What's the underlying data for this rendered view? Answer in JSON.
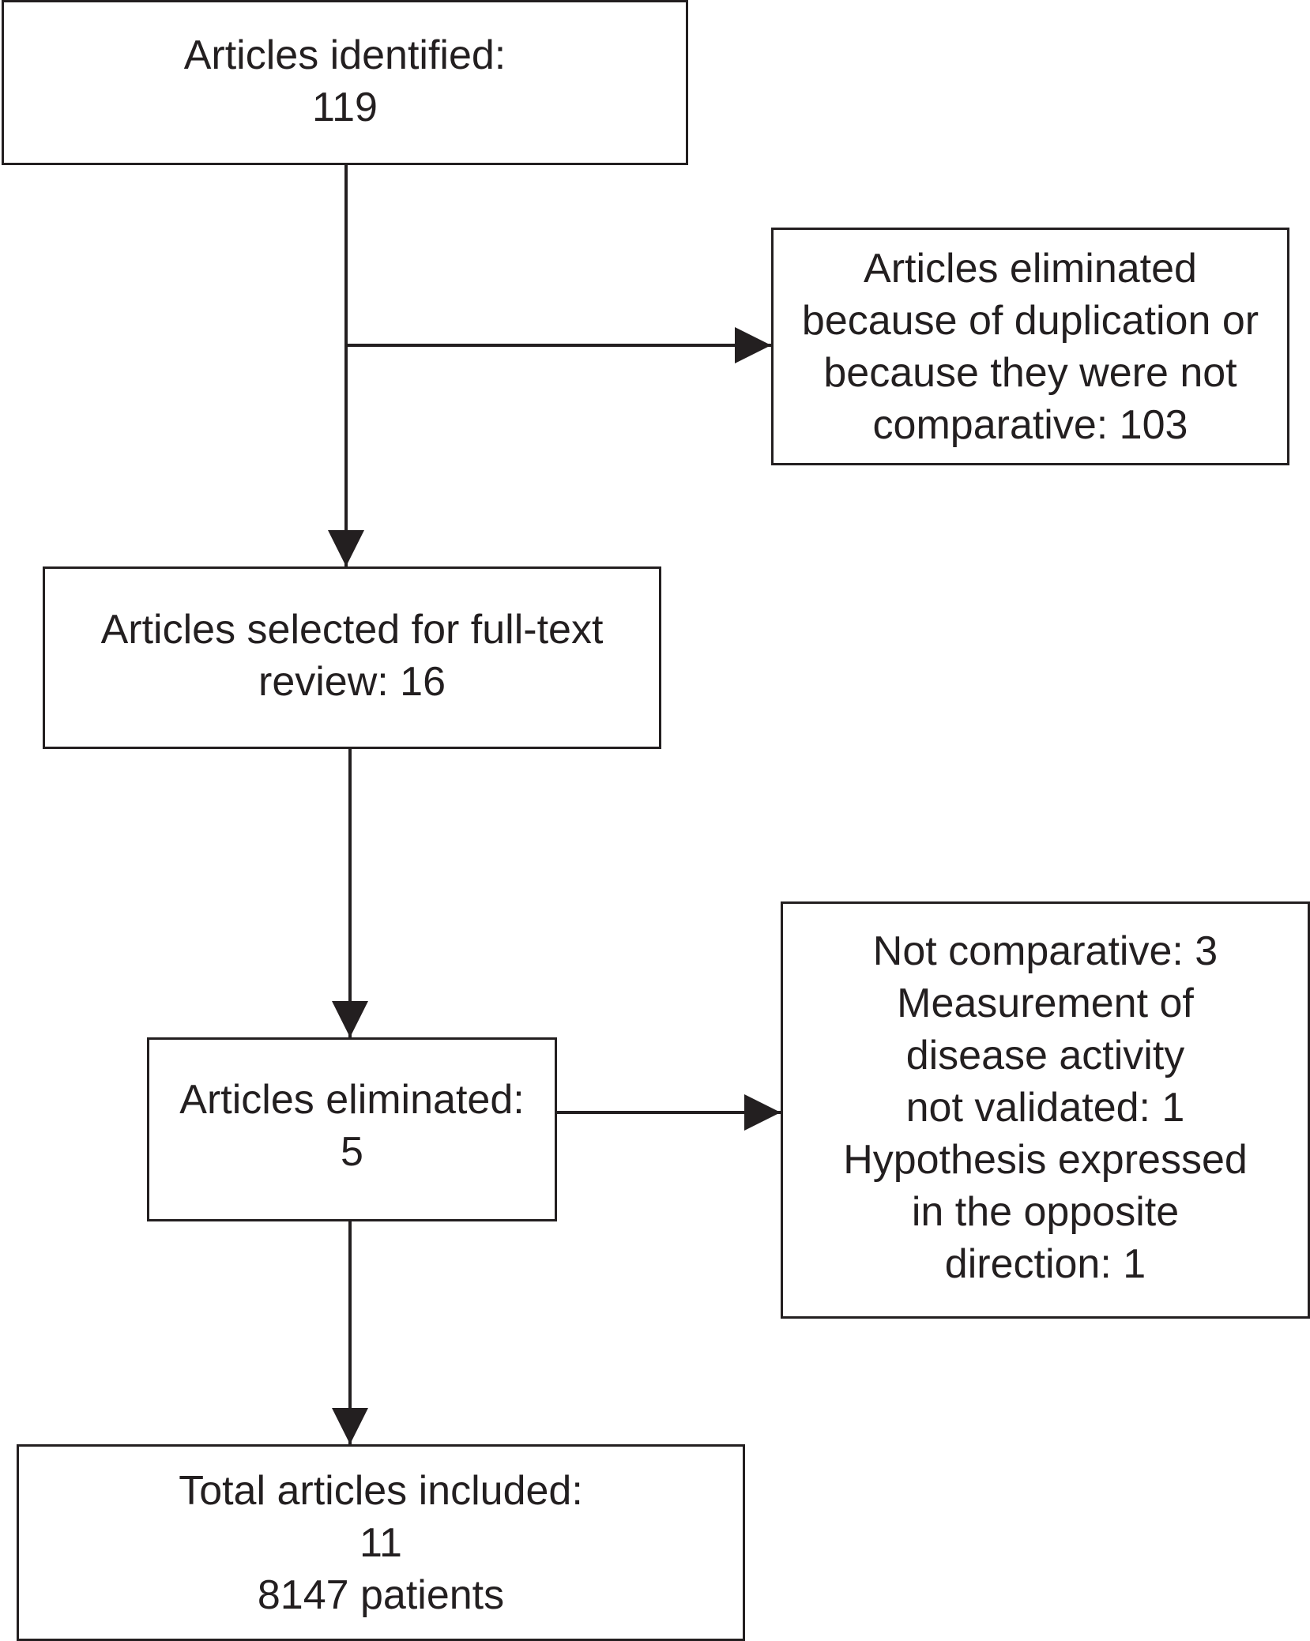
{
  "flowchart": {
    "identified": "Articles identified:\n119",
    "eliminated_duplication": "Articles eliminated\nbecause of duplication or\nbecause they were not\ncomparative: 103",
    "selected_full_text": "Articles selected for full-text\nreview: 16",
    "eliminated": "Articles eliminated:\n5",
    "elimination_reasons": "Not comparative: 3\nMeasurement of\ndisease activity\n not validated: 1\nHypothesis expressed\nin the opposite\n direction: 1",
    "included": "Total articles included:\n11\n8147 patients"
  },
  "colors": {
    "line": "#231f20",
    "background": "#ffffff"
  }
}
